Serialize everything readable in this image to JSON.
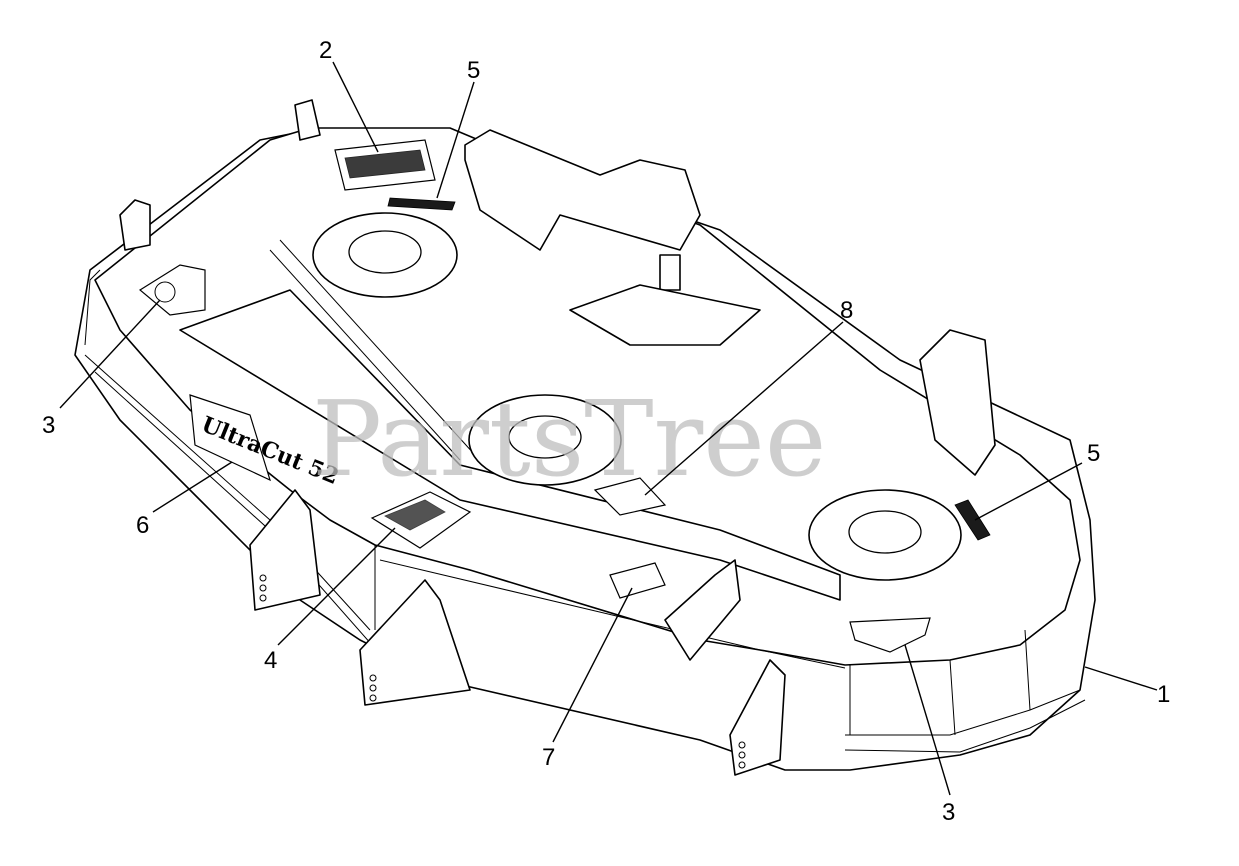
{
  "watermark": "PartsTree",
  "callouts": [
    {
      "id": "c1",
      "label": "1"
    },
    {
      "id": "c2",
      "label": "2"
    },
    {
      "id": "c3a",
      "label": "3"
    },
    {
      "id": "c3b",
      "label": "3"
    },
    {
      "id": "c4",
      "label": "4"
    },
    {
      "id": "c5a",
      "label": "5"
    },
    {
      "id": "c5b",
      "label": "5"
    },
    {
      "id": "c6",
      "label": "6"
    },
    {
      "id": "c7",
      "label": "7"
    },
    {
      "id": "c8",
      "label": "8"
    }
  ]
}
